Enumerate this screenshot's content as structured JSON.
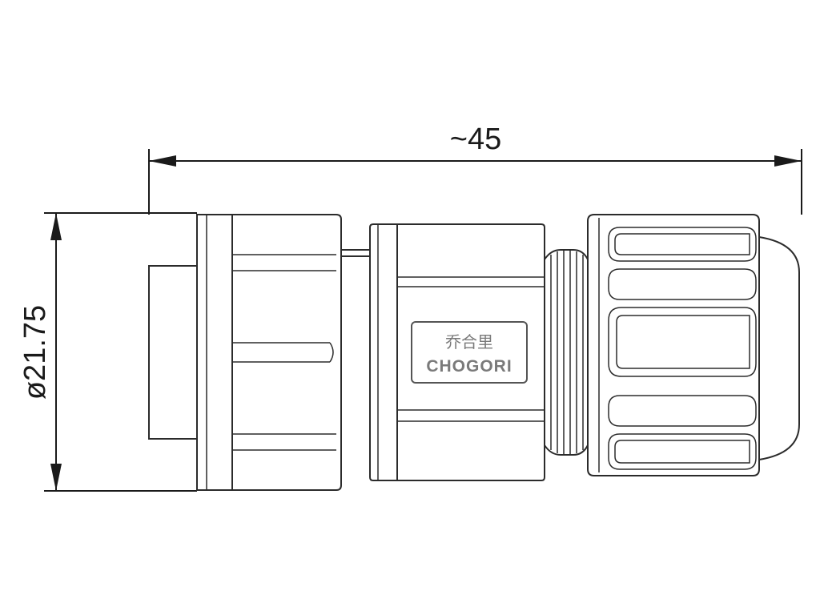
{
  "dimensions": {
    "length_label": "~45",
    "diameter_label": "ø21.75"
  },
  "logo": {
    "chinese_text": "乔合里",
    "brand_text": "CHOGORI"
  },
  "colors": {
    "line": "#2b2b2b",
    "logo_text": "#7a7a7a",
    "logo_border": "#555555",
    "background": "#ffffff"
  }
}
